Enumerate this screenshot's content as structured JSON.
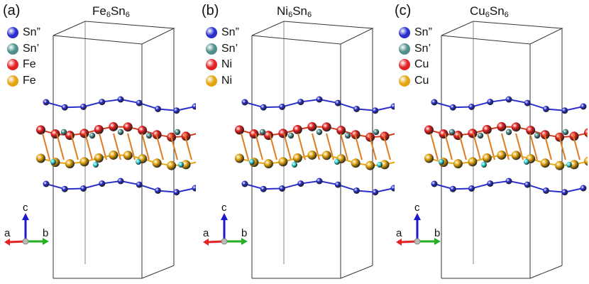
{
  "panels": [
    {
      "label": "(a)",
      "title": {
        "el": "Fe",
        "n1": "6",
        "el2": "Sn",
        "n2": "6"
      },
      "legend": [
        {
          "text": "Sn”",
          "color": "#2a2fcc"
        },
        {
          "text": "Sn’",
          "color": "#4f8f8c"
        },
        {
          "text": "Fe",
          "color": "#e32222"
        },
        {
          "text": "Fe",
          "color": "#e3a610"
        }
      ],
      "axes": {
        "c": "c",
        "a": "a",
        "b": "b"
      }
    },
    {
      "label": "(b)",
      "title": {
        "el": "Ni",
        "n1": "6",
        "el2": "Sn",
        "n2": "6"
      },
      "legend": [
        {
          "text": "Sn”",
          "color": "#2a2fcc"
        },
        {
          "text": "Sn’",
          "color": "#4f8f8c"
        },
        {
          "text": "Ni",
          "color": "#e32222"
        },
        {
          "text": "Ni",
          "color": "#e3a610"
        }
      ],
      "axes": {
        "c": "c",
        "a": "a",
        "b": "b"
      }
    },
    {
      "label": "(c)",
      "title": {
        "el": "Cu",
        "n1": "6",
        "el2": "Sn",
        "n2": "6"
      },
      "legend": [
        {
          "text": "Sn”",
          "color": "#2a2fcc"
        },
        {
          "text": "Sn’",
          "color": "#4f8f8c"
        },
        {
          "text": "Cu",
          "color": "#e32222"
        },
        {
          "text": "Cu",
          "color": "#e3a610"
        }
      ],
      "axes": {
        "c": "c",
        "a": "a",
        "b": "b"
      }
    }
  ],
  "atom_colors": {
    "sn2": "#2a2fcc",
    "sn1": "#4f8f8c",
    "red": "#e32222",
    "gold": "#e3a610",
    "cyan": "#32d6d6"
  }
}
